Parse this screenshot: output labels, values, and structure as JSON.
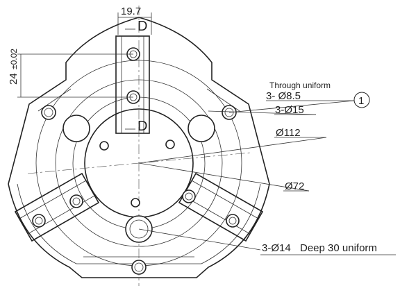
{
  "dimensions": {
    "width_top": "19.7",
    "section_marker": "D",
    "height_left": "24",
    "height_tolerance": "±0.02"
  },
  "callouts": {
    "through_note": "Through uniform",
    "bolt_hole": "3- Ø8.5",
    "item_number": "1",
    "counterbore": "3-Ø15",
    "body_diameter": "Ø112",
    "pilot_diameter": "Ø72",
    "deep_hole": "3-Ø14",
    "deep_note": "Deep 30 uniform"
  }
}
